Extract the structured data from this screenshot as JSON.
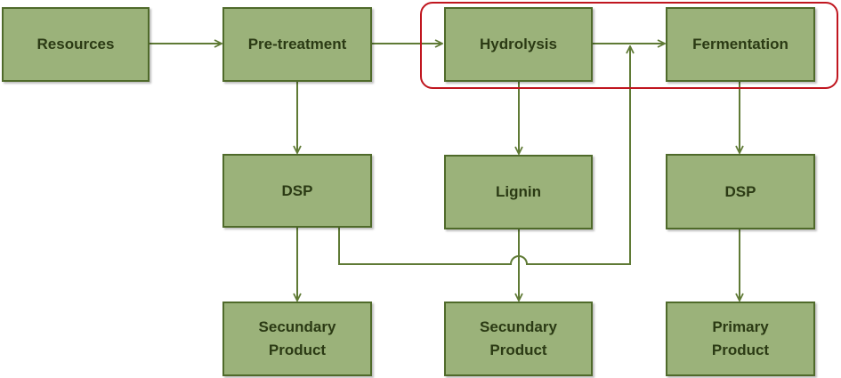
{
  "nodes": {
    "resources": "Resources",
    "pretreatment": "Pre-treatment",
    "hydrolysis": "Hydrolysis",
    "fermentation": "Fermentation",
    "dsp_left": "DSP",
    "lignin": "Lignin",
    "dsp_right": "DSP",
    "secondary_product_left": "Secundary\nProduct",
    "secondary_product_middle": "Secundary\nProduct",
    "primary_product": "Primary\nProduct"
  },
  "colors": {
    "box_fill": "#9bb27a",
    "box_border": "#4f6a2a",
    "connector": "#5f7a35",
    "highlight": "#c0161f"
  }
}
